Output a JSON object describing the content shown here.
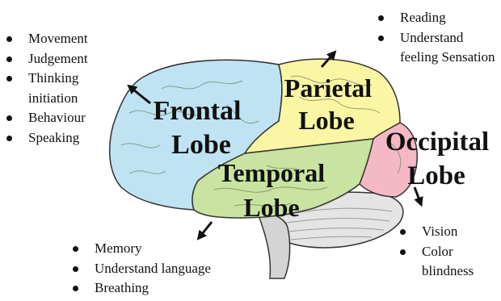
{
  "lobes": {
    "frontal": {
      "line1": "Frontal",
      "line2": "Lobe",
      "color": "#bfe3f3"
    },
    "parietal": {
      "line1": "Parietal",
      "line2": "Lobe",
      "color": "#fbf6a3"
    },
    "occipital": {
      "line1": "Occipital",
      "line2": "Lobe",
      "color": "#f4b9c5"
    },
    "temporal": {
      "line1": "Temporal",
      "line2": "Lobe",
      "color": "#c8e4a0"
    }
  },
  "functions": {
    "frontal": [
      "Movement",
      "Judgement",
      "Thinking initiation",
      "Behaviour",
      "Speaking"
    ],
    "parietal": [
      "Reading",
      "Understand feeling Sensation"
    ],
    "occipital": [
      "Vision",
      "Color blindness"
    ],
    "temporal": [
      "Memory",
      "Understand language",
      "Breathing"
    ]
  },
  "colors": {
    "cerebellum": "#e4e4e4",
    "brainstem": "#d4d4d4",
    "outline": "#333333",
    "sulci": "#7a8a6a"
  }
}
